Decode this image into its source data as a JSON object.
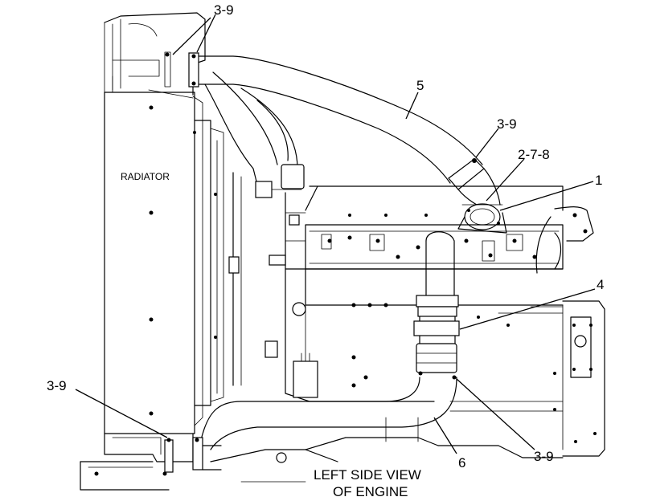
{
  "labels": {
    "top_3_9": "3-9",
    "item_5": "5",
    "mid_3_9": "3-9",
    "item_2_7_8": "2-7-8",
    "item_1": "1",
    "item_4": "4",
    "left_3_9": "3-9",
    "bottom_3_9": "3-9",
    "item_6": "6",
    "radiator": "RADIATOR"
  },
  "caption": {
    "line1": "LEFT SIDE VIEW",
    "line2": "OF ENGINE"
  }
}
